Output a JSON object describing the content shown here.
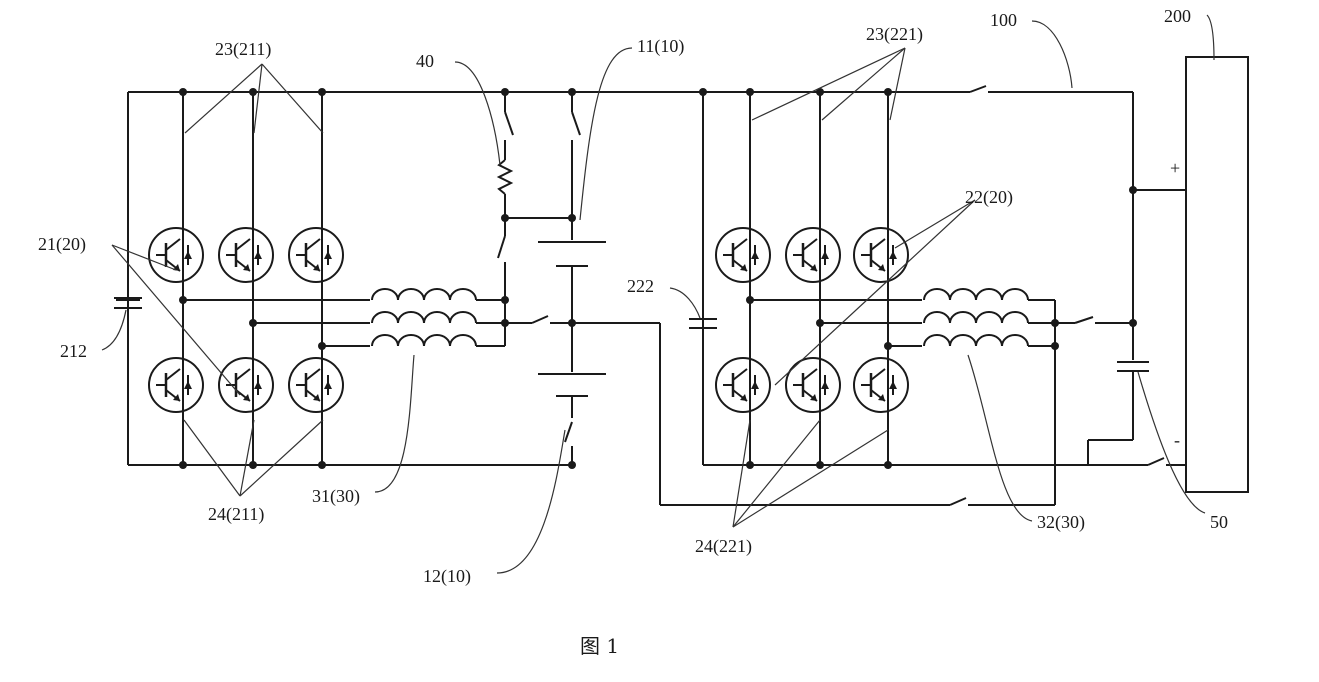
{
  "figure": {
    "caption": "图 1",
    "labels": {
      "l_23_211": "23(211)",
      "l_40": "40",
      "l_11_10": "11(10)",
      "l_23_221": "23(221)",
      "l_100": "100",
      "l_200": "200",
      "l_21_20": "21(20)",
      "l_212": "212",
      "l_22_20": "22(20)",
      "l_222": "222",
      "l_plus": "+",
      "l_minus": "-",
      "l_24_211": "24(211)",
      "l_31_30": "31(30)",
      "l_12_10": "12(10)",
      "l_24_221": "24(221)",
      "l_32_30": "32(30)",
      "l_50": "50"
    }
  }
}
